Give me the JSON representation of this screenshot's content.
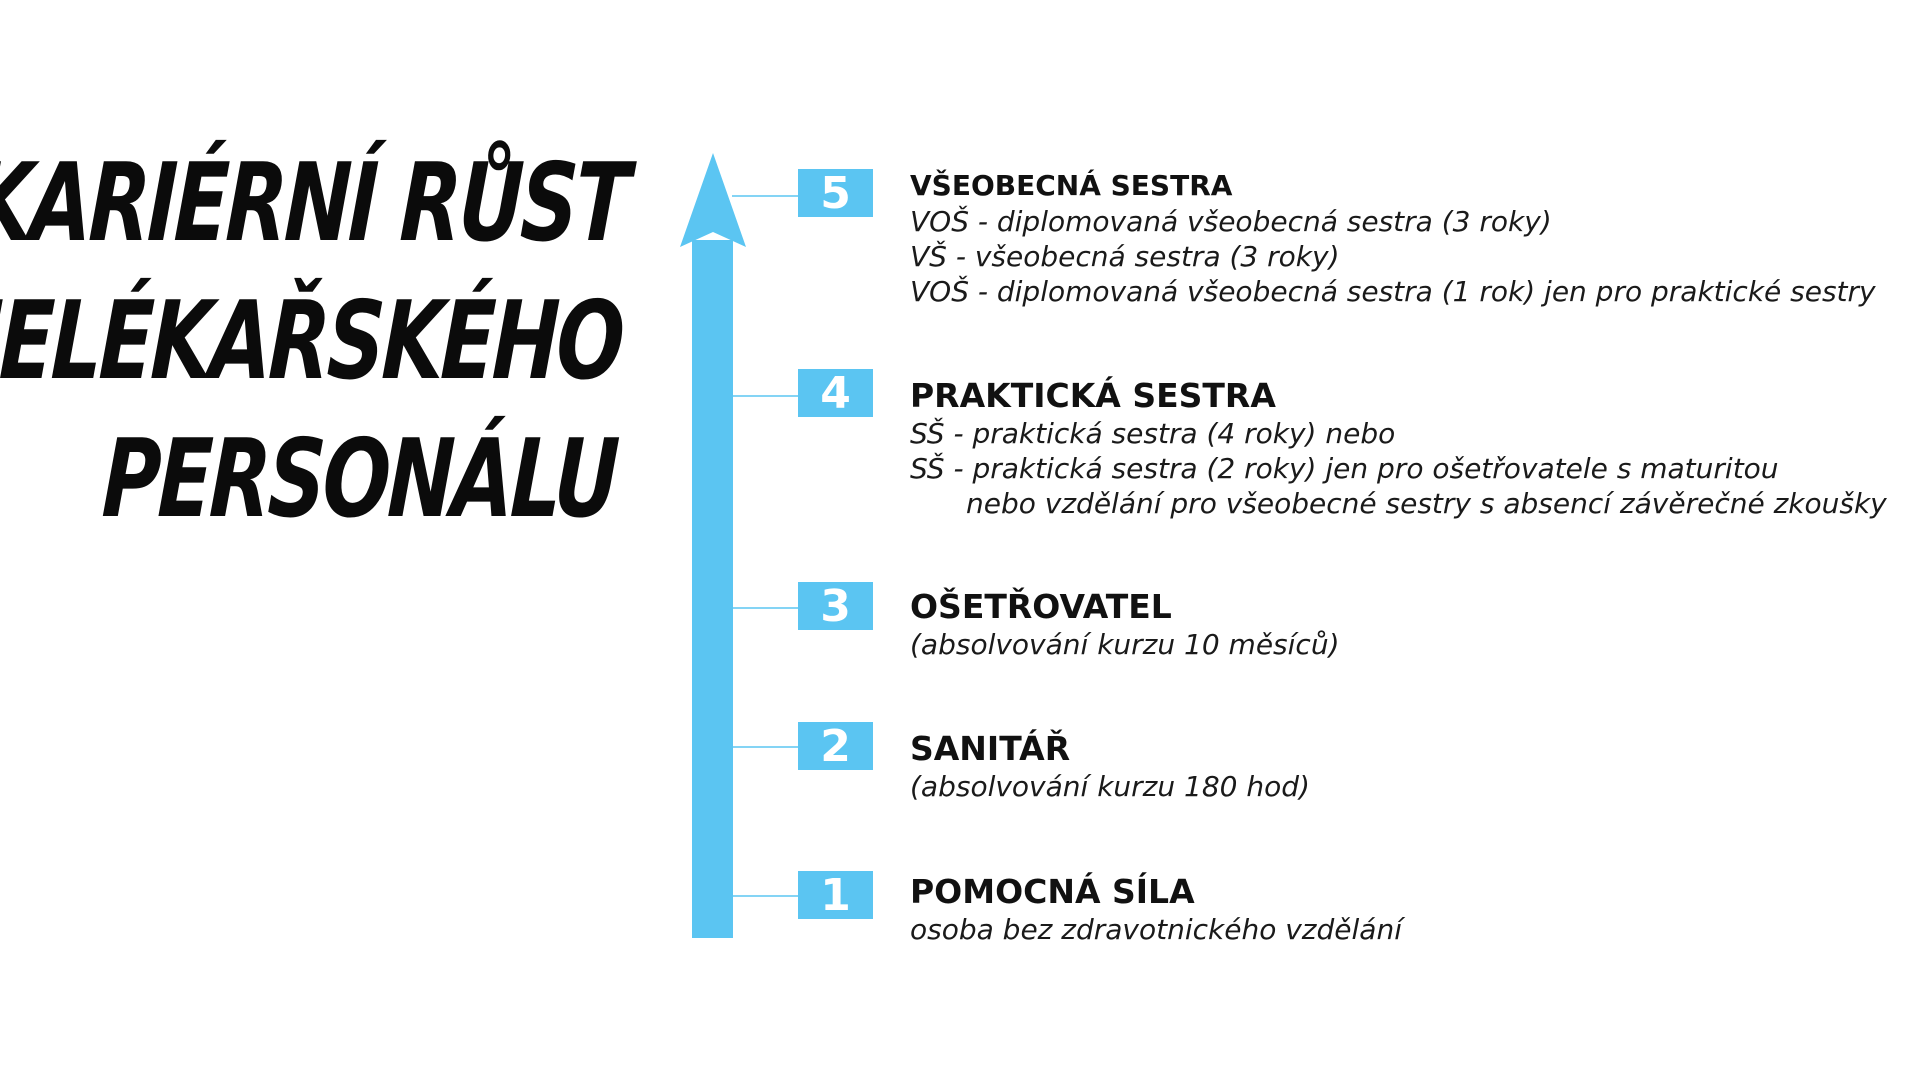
{
  "title": {
    "lines": [
      "KARIÉRNÍ RŮST",
      "NELÉKAŘSKÉHO",
      "PERSONÁLU"
    ]
  },
  "colors": {
    "arrow": "#5bc5f2",
    "badge": "#5bc5f2",
    "badge_text": "#ffffff",
    "text": "#111111"
  },
  "levels": [
    {
      "number": "5",
      "heading": "VŠEOBECNÁ SESTRA",
      "lines": [
        "VOŠ - diplomovaná všeobecná sestra (3 roky)",
        "VŠ - všeobecná sestra (3 roky)",
        "VOŠ - diplomovaná všeobecná sestra (1 rok) jen pro praktické sestry"
      ]
    },
    {
      "number": "4",
      "heading": "PRAKTICKÁ SESTRA",
      "lines": [
        "SŠ - praktická sestra (4 roky) nebo",
        "SŠ - praktická sestra (2 roky) jen pro ošetřovatele s maturitou",
        "nebo vzdělání pro všeobecné sestry s absencí závěrečné zkoušky"
      ]
    },
    {
      "number": "3",
      "heading": "OŠETŘOVATEL",
      "lines": [
        "(absolvování kurzu 10 měsíců)"
      ]
    },
    {
      "number": "2",
      "heading": "SANITÁŘ",
      "lines": [
        "(absolvování kurzu 180 hod)"
      ]
    },
    {
      "number": "1",
      "heading": "POMOCNÁ SÍLA",
      "lines": [
        "osoba bez zdravotnického vzdělání"
      ]
    }
  ]
}
